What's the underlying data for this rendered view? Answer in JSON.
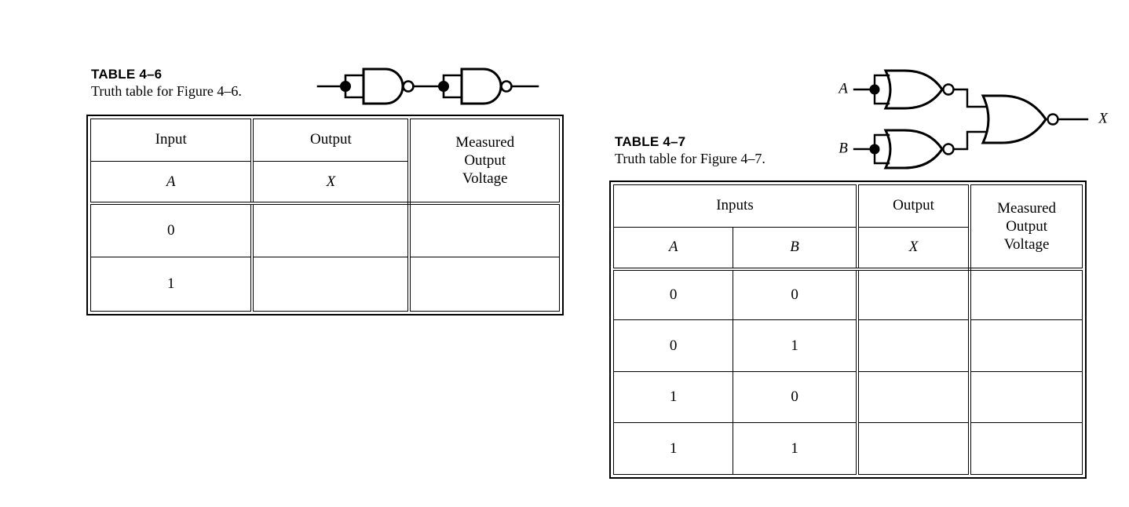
{
  "page": {
    "background": "#ffffff",
    "ink": "#000000"
  },
  "table_4_6": {
    "caption": {
      "title": "TABLE 4–6",
      "subtitle": "Truth table for Figure 4–6."
    },
    "headers": {
      "group_input": "Input",
      "group_output": "Output",
      "var_input": "A",
      "var_output": "X",
      "measured": [
        "Measured",
        "Output",
        "Voltage"
      ]
    },
    "rows": [
      {
        "A": "0",
        "X": "",
        "voltage": ""
      },
      {
        "A": "1",
        "X": "",
        "voltage": ""
      }
    ]
  },
  "table_4_7": {
    "caption": {
      "title": "TABLE 4–7",
      "subtitle": "Truth table for Figure 4–7."
    },
    "headers": {
      "group_inputs": "Inputs",
      "group_output": "Output",
      "var_a": "A",
      "var_b": "B",
      "var_output": "X",
      "measured": [
        "Measured",
        "Output",
        "Voltage"
      ]
    },
    "rows": [
      {
        "A": "0",
        "B": "0",
        "X": "",
        "voltage": ""
      },
      {
        "A": "0",
        "B": "1",
        "X": "",
        "voltage": ""
      },
      {
        "A": "1",
        "B": "0",
        "X": "",
        "voltage": ""
      },
      {
        "A": "1",
        "B": "1",
        "X": "",
        "voltage": ""
      }
    ]
  },
  "circuit_4_6": {
    "name": "two-nand-inverters-in-series",
    "gates": [
      "nand-gate-1",
      "nand-gate-2"
    ],
    "labels": {
      "input": "",
      "output": ""
    }
  },
  "circuit_4_7": {
    "name": "three-nor-gate-network",
    "gates": [
      "nor-gate-a",
      "nor-gate-b",
      "nor-gate-output"
    ],
    "labels": {
      "input_a": "A",
      "input_b": "B",
      "output": "X"
    }
  }
}
